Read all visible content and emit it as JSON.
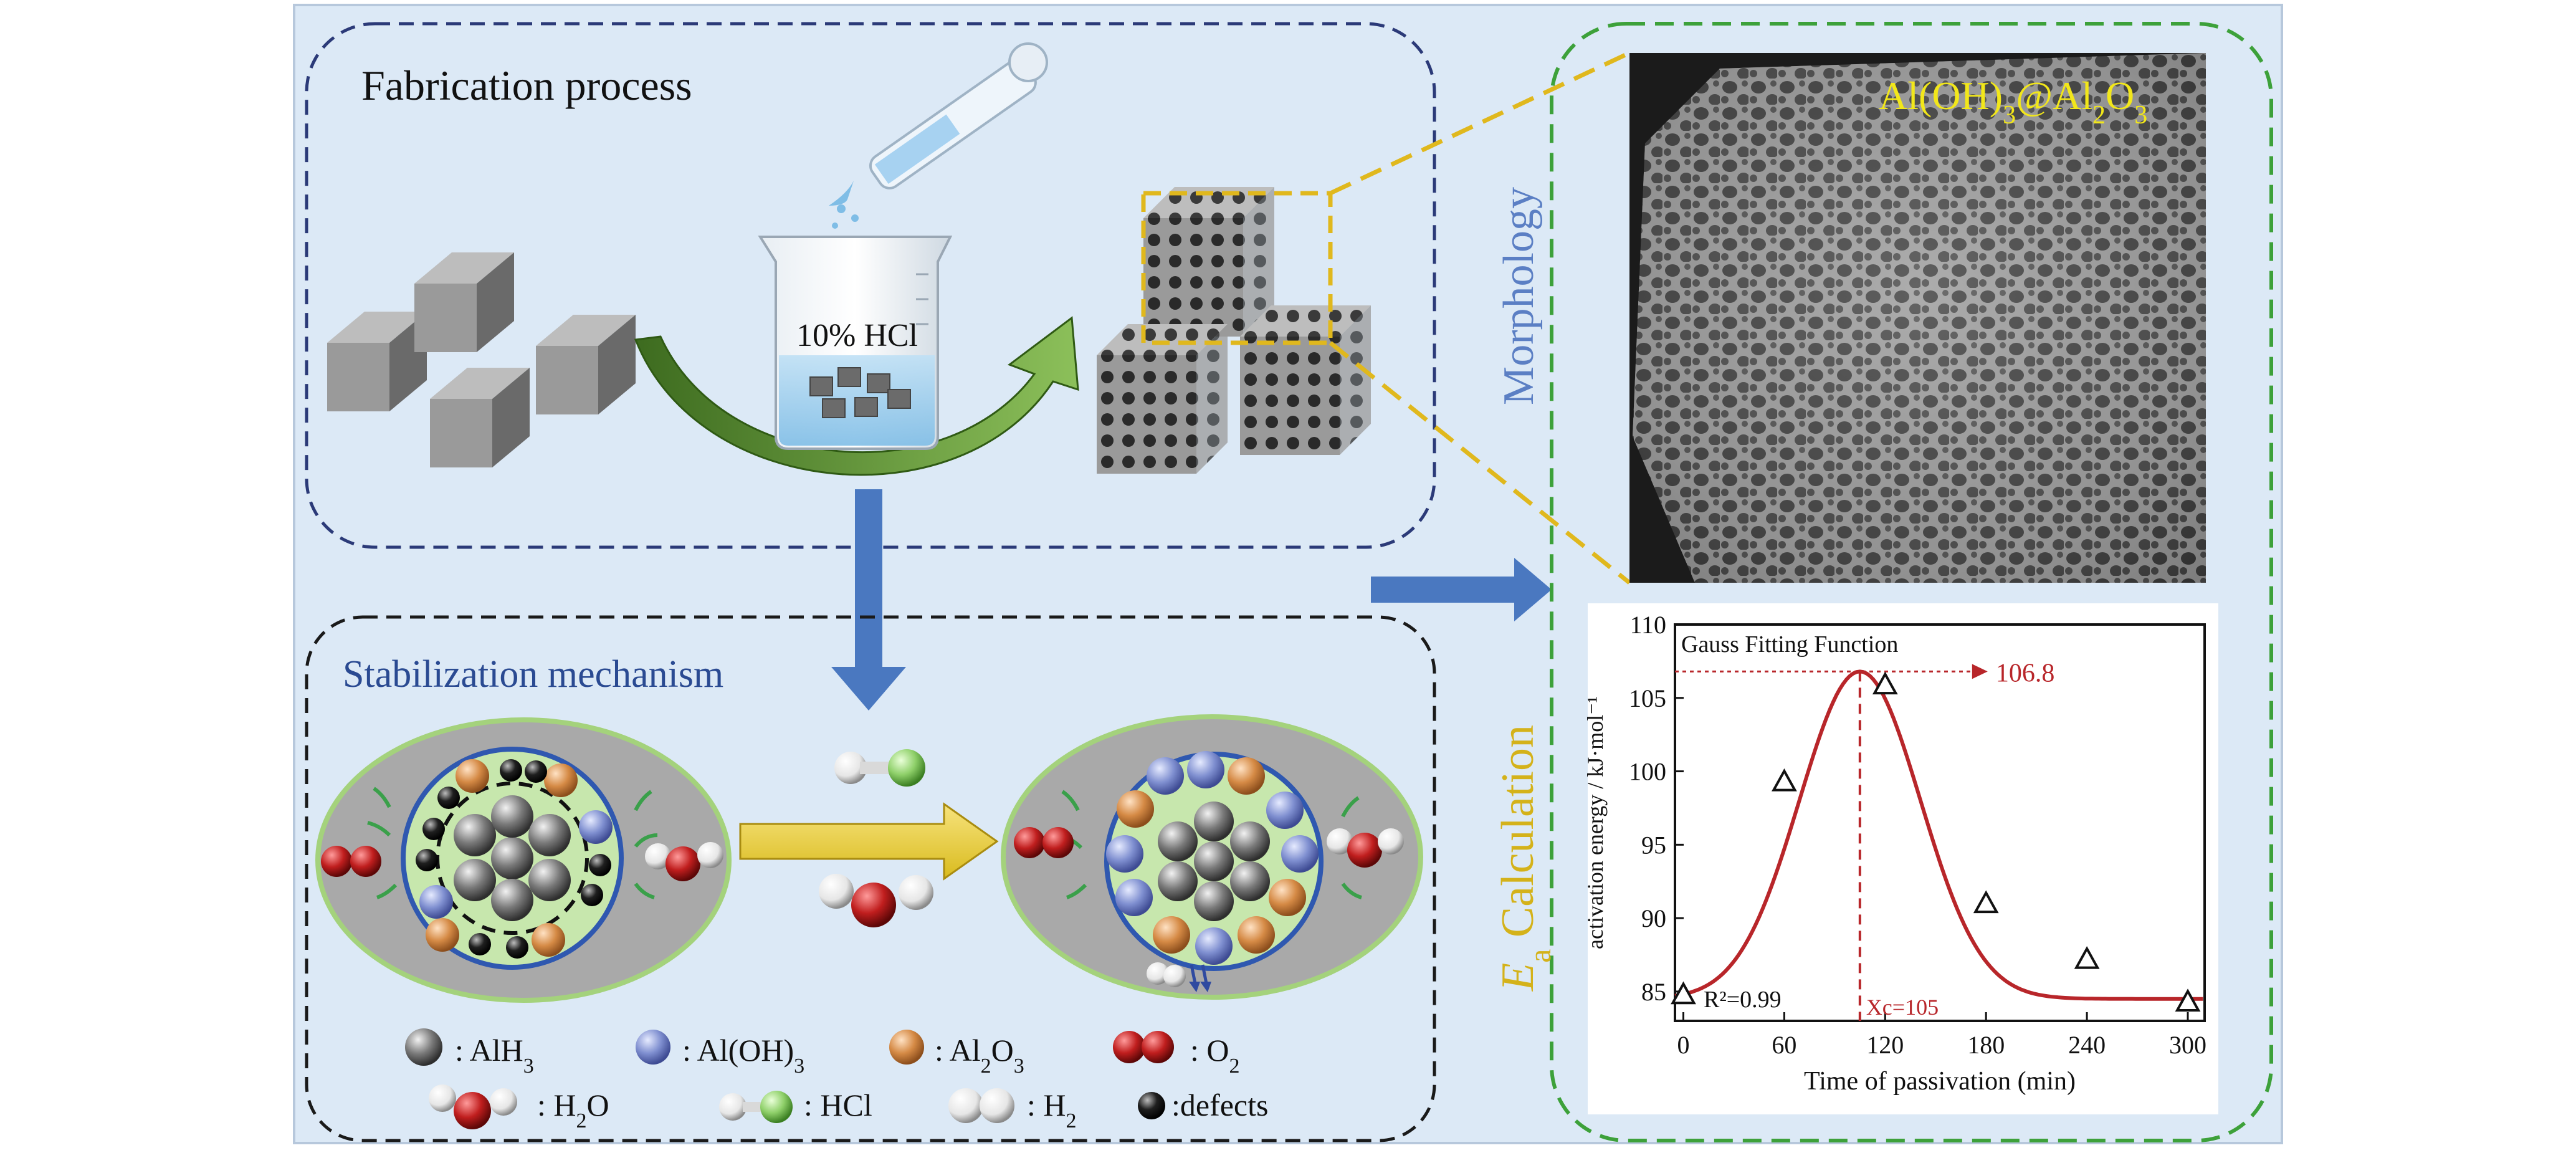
{
  "panels": {
    "fabrication": {
      "title": "Fabrication process",
      "beaker_label": "10% HCl"
    },
    "stabilization": {
      "title": "Stabilization mechanism"
    },
    "morphology": {
      "label": "Morphology",
      "sem_label": "Al(OH)3@Al2O3"
    },
    "calculation": {
      "label_italic": "E",
      "label_sub": "a",
      "label_rest": " Calculation"
    }
  },
  "legend": [
    {
      "key": "alh3",
      "text": ": AlH",
      "sub": "3"
    },
    {
      "key": "aloh3",
      "text": ": Al(OH)",
      "sub": "3"
    },
    {
      "key": "al2o3",
      "text": ": Al",
      "sub": "2",
      "text2": "O",
      "sub2": "3"
    },
    {
      "key": "o2",
      "text": ": O",
      "sub": "2"
    },
    {
      "key": "h2o",
      "text": ": H",
      "sub": "2",
      "text2": "O"
    },
    {
      "key": "hcl",
      "text": ": HCl"
    },
    {
      "key": "h2",
      "text": ": H",
      "sub": "2"
    },
    {
      "key": "defects",
      "text": ":defects"
    }
  ],
  "colors": {
    "bg_panel": "#dce9f6",
    "navy_dash": "#2b3a78",
    "black_dash": "#1a1a1a",
    "green_dash": "#3da13a",
    "yellow": "#e0b81d",
    "blue_arrow": "#4a78c0",
    "curve": "#b8262a",
    "alh3": "#6e6e6e",
    "aloh3": "#7f8fd0",
    "al2o3": "#d58a45",
    "o2": "#b01c1c",
    "hcl": "#8fd06a",
    "morph_text": "#5b7fc4",
    "ea_text": "#d4b21a"
  },
  "chart_data": {
    "type": "scatter",
    "title": "Gauss Fitting Function",
    "xlabel": "Time of  passivation (min)",
    "ylabel": "activation energy / kJ·mol⁻¹",
    "xlim": [
      -5,
      310
    ],
    "ylim": [
      83,
      110
    ],
    "xticks": [
      0,
      60,
      120,
      180,
      240,
      300
    ],
    "yticks": [
      85,
      90,
      95,
      100,
      105,
      110
    ],
    "series": [
      {
        "points": [
          [
            0,
            84.8
          ],
          [
            60,
            99.3
          ],
          [
            120,
            105.9
          ],
          [
            180,
            91.0
          ],
          [
            240,
            87.2
          ],
          [
            300,
            84.3
          ]
        ]
      }
    ],
    "fit": {
      "type": "gauss",
      "peak_x": 105,
      "peak_y": 106.8,
      "baseline": 84.5,
      "sigma": 36
    },
    "annotations": {
      "peak_value": "106.8",
      "r2": "R²=0.99",
      "xc": "Xc=105"
    }
  }
}
